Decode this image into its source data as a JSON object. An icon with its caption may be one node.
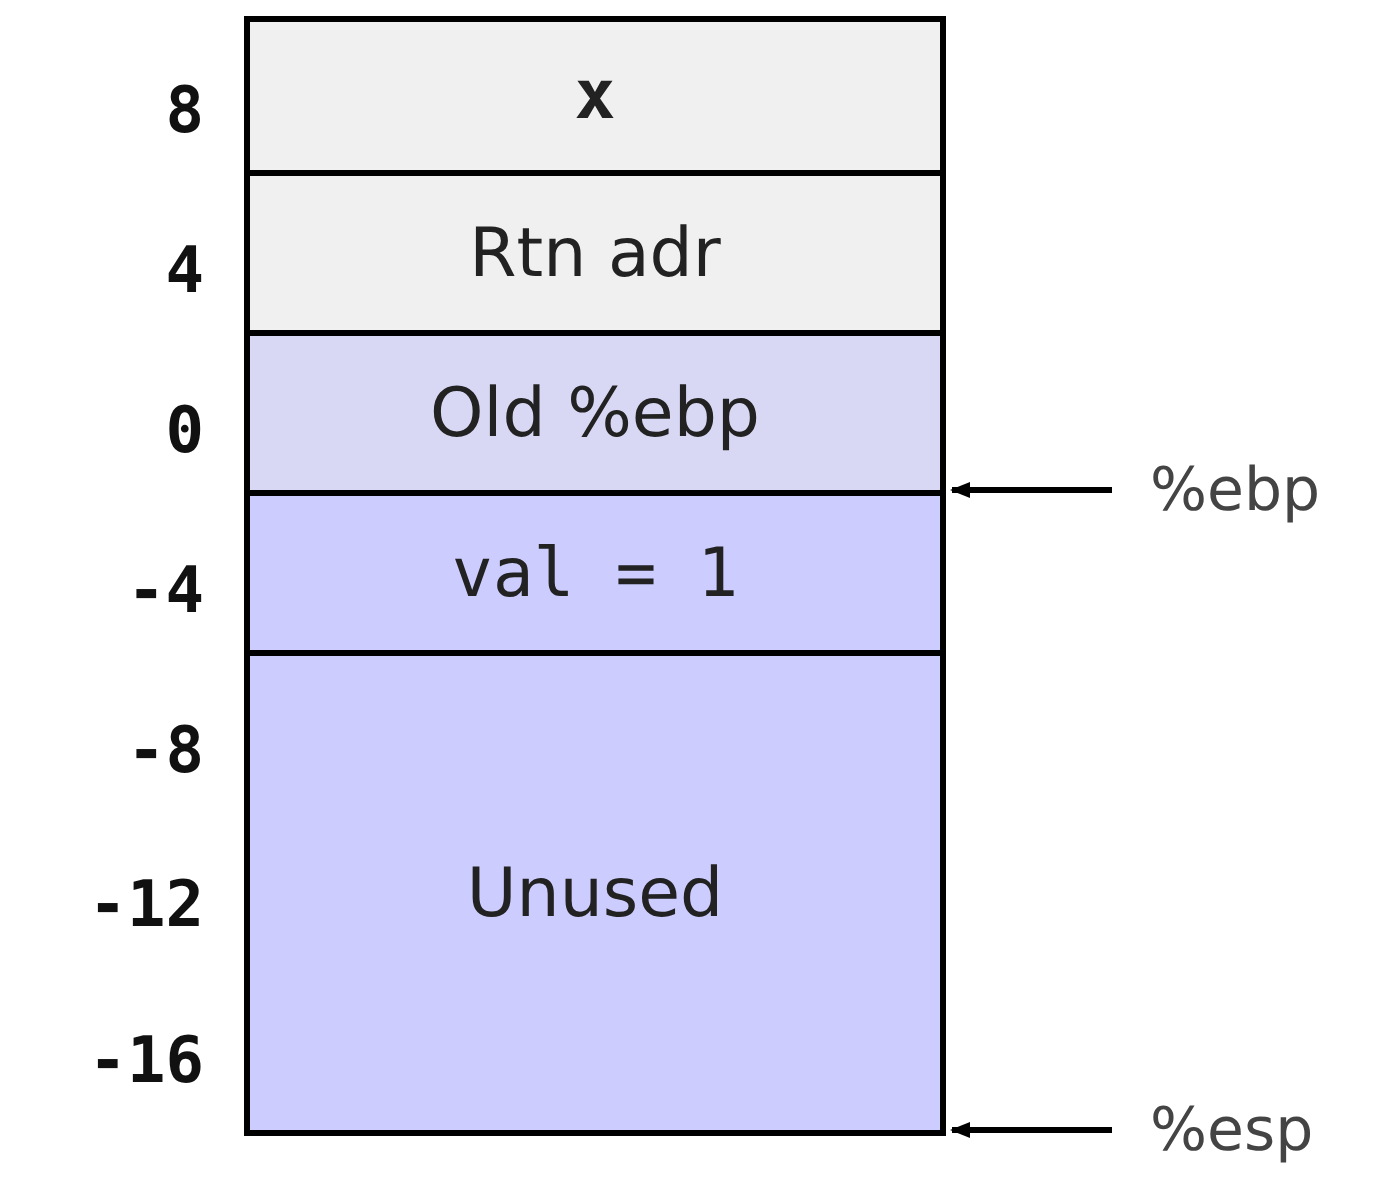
{
  "diagram": {
    "nodes": [
      {
        "text": [
          "x"
        ]
      },
      {
        "text": [
          "Rtn adr"
        ]
      },
      {
        "text": [
          "Old %ebp"
        ]
      },
      {
        "text": [
          "val = 1"
        ]
      },
      {
        "text": [
          "Unused"
        ]
      },
      {
        "text": [
          "%ebp"
        ]
      },
      {
        "text": [
          "%esp"
        ]
      }
    ],
    "edges": [
      {
        "from": 5,
        "to": 2,
        "arrow": "to"
      },
      {
        "from": 6,
        "to": 4,
        "arrow": "to"
      }
    ],
    "labels": [
      "8",
      "4",
      "0",
      "-4",
      "-8",
      "-12",
      "-16"
    ]
  }
}
